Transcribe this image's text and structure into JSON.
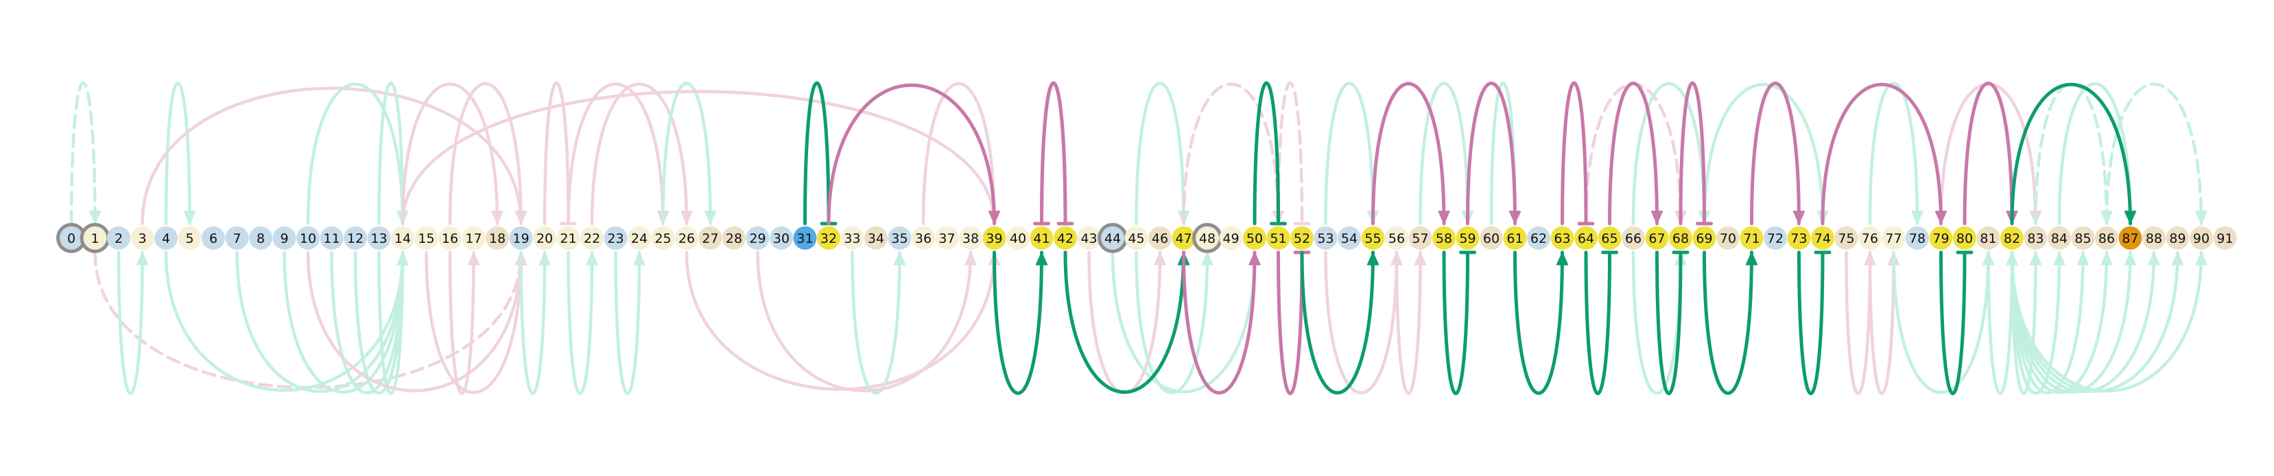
{
  "colors": {
    "node_default": "#f5f0d6",
    "node_blue": "#c7dcea",
    "node_tan": "#ebdfc6",
    "node_yellow": "#efe13a",
    "node_bright_blue": "#52a9e3",
    "node_orange": "#e09410",
    "ring": "#8e8e8e",
    "green_strong": "#0d9c72",
    "green_faint": "#c2f0e0",
    "pink_strong": "#c878a8",
    "pink_faint": "#f0d2e0"
  },
  "nodes": [
    {
      "label": "0",
      "fill": "node_blue",
      "ring": true
    },
    {
      "label": "1",
      "fill": "node_default",
      "ring": true
    },
    {
      "label": "2",
      "fill": "node_blue"
    },
    {
      "label": "3",
      "fill": "node_default"
    },
    {
      "label": "4",
      "fill": "node_blue"
    },
    {
      "label": "5",
      "fill": "node_default"
    },
    {
      "label": "6",
      "fill": "node_blue"
    },
    {
      "label": "7",
      "fill": "node_blue"
    },
    {
      "label": "8",
      "fill": "node_blue"
    },
    {
      "label": "9",
      "fill": "node_blue"
    },
    {
      "label": "10",
      "fill": "node_blue"
    },
    {
      "label": "11",
      "fill": "node_blue"
    },
    {
      "label": "12",
      "fill": "node_blue"
    },
    {
      "label": "13",
      "fill": "node_blue"
    },
    {
      "label": "14",
      "fill": "node_default"
    },
    {
      "label": "15",
      "fill": "node_default"
    },
    {
      "label": "16",
      "fill": "node_default"
    },
    {
      "label": "17",
      "fill": "node_default"
    },
    {
      "label": "18",
      "fill": "node_tan"
    },
    {
      "label": "19",
      "fill": "node_blue"
    },
    {
      "label": "20",
      "fill": "node_default"
    },
    {
      "label": "21",
      "fill": "node_default"
    },
    {
      "label": "22",
      "fill": "node_default"
    },
    {
      "label": "23",
      "fill": "node_blue"
    },
    {
      "label": "24",
      "fill": "node_default"
    },
    {
      "label": "25",
      "fill": "node_default"
    },
    {
      "label": "26",
      "fill": "node_default"
    },
    {
      "label": "27",
      "fill": "node_tan"
    },
    {
      "label": "28",
      "fill": "node_tan"
    },
    {
      "label": "29",
      "fill": "node_blue"
    },
    {
      "label": "30",
      "fill": "node_blue"
    },
    {
      "label": "31",
      "fill": "node_bright_blue"
    },
    {
      "label": "32",
      "fill": "node_yellow"
    },
    {
      "label": "33",
      "fill": "node_default"
    },
    {
      "label": "34",
      "fill": "node_tan"
    },
    {
      "label": "35",
      "fill": "node_blue"
    },
    {
      "label": "36",
      "fill": "node_default"
    },
    {
      "label": "37",
      "fill": "node_default"
    },
    {
      "label": "38",
      "fill": "node_default"
    },
    {
      "label": "39",
      "fill": "node_yellow"
    },
    {
      "label": "40",
      "fill": "node_default"
    },
    {
      "label": "41",
      "fill": "node_yellow"
    },
    {
      "label": "42",
      "fill": "node_yellow"
    },
    {
      "label": "43",
      "fill": "node_default"
    },
    {
      "label": "44",
      "fill": "node_blue",
      "ring": true
    },
    {
      "label": "45",
      "fill": "node_default"
    },
    {
      "label": "46",
      "fill": "node_tan"
    },
    {
      "label": "47",
      "fill": "node_yellow"
    },
    {
      "label": "48",
      "fill": "node_default",
      "ring": true
    },
    {
      "label": "49",
      "fill": "node_default"
    },
    {
      "label": "50",
      "fill": "node_yellow"
    },
    {
      "label": "51",
      "fill": "node_yellow"
    },
    {
      "label": "52",
      "fill": "node_yellow"
    },
    {
      "label": "53",
      "fill": "node_blue"
    },
    {
      "label": "54",
      "fill": "node_blue"
    },
    {
      "label": "55",
      "fill": "node_yellow"
    },
    {
      "label": "56",
      "fill": "node_default"
    },
    {
      "label": "57",
      "fill": "node_tan"
    },
    {
      "label": "58",
      "fill": "node_yellow"
    },
    {
      "label": "59",
      "fill": "node_yellow"
    },
    {
      "label": "60",
      "fill": "node_tan"
    },
    {
      "label": "61",
      "fill": "node_yellow"
    },
    {
      "label": "62",
      "fill": "node_blue"
    },
    {
      "label": "63",
      "fill": "node_yellow"
    },
    {
      "label": "64",
      "fill": "node_yellow"
    },
    {
      "label": "65",
      "fill": "node_yellow"
    },
    {
      "label": "66",
      "fill": "node_tan"
    },
    {
      "label": "67",
      "fill": "node_yellow"
    },
    {
      "label": "68",
      "fill": "node_yellow"
    },
    {
      "label": "69",
      "fill": "node_yellow"
    },
    {
      "label": "70",
      "fill": "node_tan"
    },
    {
      "label": "71",
      "fill": "node_yellow"
    },
    {
      "label": "72",
      "fill": "node_blue"
    },
    {
      "label": "73",
      "fill": "node_yellow"
    },
    {
      "label": "74",
      "fill": "node_yellow"
    },
    {
      "label": "75",
      "fill": "node_tan"
    },
    {
      "label": "76",
      "fill": "node_default"
    },
    {
      "label": "77",
      "fill": "node_default"
    },
    {
      "label": "78",
      "fill": "node_blue"
    },
    {
      "label": "79",
      "fill": "node_yellow"
    },
    {
      "label": "80",
      "fill": "node_yellow"
    },
    {
      "label": "81",
      "fill": "node_tan"
    },
    {
      "label": "82",
      "fill": "node_yellow"
    },
    {
      "label": "83",
      "fill": "node_tan"
    },
    {
      "label": "84",
      "fill": "node_tan"
    },
    {
      "label": "85",
      "fill": "node_tan"
    },
    {
      "label": "86",
      "fill": "node_tan"
    },
    {
      "label": "87",
      "fill": "node_orange"
    },
    {
      "label": "88",
      "fill": "node_tan"
    },
    {
      "label": "89",
      "fill": "node_tan"
    },
    {
      "label": "90",
      "fill": "node_tan"
    },
    {
      "label": "91",
      "fill": "node_tan"
    }
  ],
  "edges": [
    {
      "from": 31,
      "to": 32,
      "side": "above",
      "style": "strong",
      "color": "green",
      "head": "bar"
    },
    {
      "from": 32,
      "to": 39,
      "side": "above",
      "style": "strong",
      "color": "pink",
      "head": "arrow"
    },
    {
      "from": 42,
      "to": 41,
      "side": "above",
      "style": "strong",
      "color": "pink",
      "head": "bar"
    },
    {
      "from": 41,
      "to": 42,
      "side": "above",
      "style": "strong",
      "color": "pink",
      "head": "bar"
    },
    {
      "from": 50,
      "to": 51,
      "side": "above",
      "style": "strong",
      "color": "green",
      "head": "bar"
    },
    {
      "from": 55,
      "to": 58,
      "side": "above",
      "style": "strong",
      "color": "pink",
      "head": "arrow"
    },
    {
      "from": 59,
      "to": 61,
      "side": "above",
      "style": "strong",
      "color": "pink",
      "head": "arrow"
    },
    {
      "from": 63,
      "to": 64,
      "side": "above",
      "style": "strong",
      "color": "pink",
      "head": "bar"
    },
    {
      "from": 65,
      "to": 67,
      "side": "above",
      "style": "strong",
      "color": "pink",
      "head": "arrow"
    },
    {
      "from": 68,
      "to": 69,
      "side": "above",
      "style": "strong",
      "color": "pink",
      "head": "bar"
    },
    {
      "from": 71,
      "to": 73,
      "side": "above",
      "style": "strong",
      "color": "pink",
      "head": "arrow"
    },
    {
      "from": 74,
      "to": 79,
      "side": "above",
      "style": "strong",
      "color": "pink",
      "head": "arrow"
    },
    {
      "from": 80,
      "to": 82,
      "side": "above",
      "style": "strong",
      "color": "pink",
      "head": "arrow"
    },
    {
      "from": 82,
      "to": 87,
      "side": "above",
      "style": "strong",
      "color": "green",
      "head": "arrow"
    },
    {
      "from": 39,
      "to": 41,
      "side": "below",
      "style": "strong",
      "color": "green",
      "head": "arrow"
    },
    {
      "from": 42,
      "to": 47,
      "side": "below",
      "style": "strong",
      "color": "green",
      "head": "arrow"
    },
    {
      "from": 47,
      "to": 50,
      "side": "below",
      "style": "strong",
      "color": "pink",
      "head": "arrow"
    },
    {
      "from": 51,
      "to": 52,
      "side": "below",
      "style": "strong",
      "color": "pink",
      "head": "bar"
    },
    {
      "from": 52,
      "to": 55,
      "side": "below",
      "style": "strong",
      "color": "green",
      "head": "arrow"
    },
    {
      "from": 58,
      "to": 59,
      "side": "below",
      "style": "strong",
      "color": "green",
      "head": "bar"
    },
    {
      "from": 61,
      "to": 63,
      "side": "below",
      "style": "strong",
      "color": "green",
      "head": "arrow"
    },
    {
      "from": 64,
      "to": 65,
      "side": "below",
      "style": "strong",
      "color": "green",
      "head": "bar"
    },
    {
      "from": 67,
      "to": 68,
      "side": "below",
      "style": "strong",
      "color": "green",
      "head": "bar"
    },
    {
      "from": 69,
      "to": 71,
      "side": "below",
      "style": "strong",
      "color": "green",
      "head": "arrow"
    },
    {
      "from": 73,
      "to": 74,
      "side": "below",
      "style": "strong",
      "color": "green",
      "head": "bar"
    },
    {
      "from": 79,
      "to": 80,
      "side": "below",
      "style": "strong",
      "color": "green",
      "head": "bar"
    },
    {
      "from": 0,
      "to": 1,
      "side": "above",
      "style": "faint",
      "color": "green",
      "head": "arrow",
      "dashed": true
    },
    {
      "from": 4,
      "to": 5,
      "side": "above",
      "style": "faint",
      "color": "green",
      "head": "arrow"
    },
    {
      "from": 3,
      "to": 19,
      "side": "above",
      "style": "faint",
      "color": "pink",
      "head": "arrow"
    },
    {
      "from": 10,
      "to": 14,
      "side": "above",
      "style": "faint",
      "color": "green",
      "head": "arrow"
    },
    {
      "from": 13,
      "to": 14,
      "side": "above",
      "style": "faint",
      "color": "green",
      "head": "arrow"
    },
    {
      "from": 16,
      "to": 19,
      "side": "above",
      "style": "faint",
      "color": "pink",
      "head": "arrow"
    },
    {
      "from": 14,
      "to": 18,
      "side": "above",
      "style": "faint",
      "color": "pink",
      "head": "arrow"
    },
    {
      "from": 20,
      "to": 21,
      "side": "above",
      "style": "faint",
      "color": "pink",
      "head": "bar"
    },
    {
      "from": 21,
      "to": 25,
      "side": "above",
      "style": "faint",
      "color": "pink",
      "head": "arrow"
    },
    {
      "from": 22,
      "to": 26,
      "side": "above",
      "style": "faint",
      "color": "pink",
      "head": "arrow"
    },
    {
      "from": 25,
      "to": 27,
      "side": "above",
      "style": "faint",
      "color": "green",
      "head": "arrow"
    },
    {
      "from": 14,
      "to": 39,
      "side": "above",
      "style": "faint",
      "color": "pink",
      "head": "arrow"
    },
    {
      "from": 36,
      "to": 39,
      "side": "above",
      "style": "faint",
      "color": "pink",
      "head": "arrow"
    },
    {
      "from": 45,
      "to": 47,
      "side": "above",
      "style": "faint",
      "color": "green",
      "head": "arrow"
    },
    {
      "from": 47,
      "to": 51,
      "side": "above",
      "style": "faint",
      "color": "pink",
      "head": "arrow",
      "dashed": true
    },
    {
      "from": 51,
      "to": 52,
      "side": "above",
      "style": "faint",
      "color": "pink",
      "head": "bar",
      "dashed": true
    },
    {
      "from": 53,
      "to": 55,
      "side": "above",
      "style": "faint",
      "color": "green",
      "head": "arrow"
    },
    {
      "from": 57,
      "to": 59,
      "side": "above",
      "style": "faint",
      "color": "green",
      "head": "arrow"
    },
    {
      "from": 60,
      "to": 61,
      "side": "above",
      "style": "faint",
      "color": "green",
      "head": "arrow"
    },
    {
      "from": 64,
      "to": 68,
      "side": "above",
      "style": "faint",
      "color": "pink",
      "head": "arrow",
      "dashed": true
    },
    {
      "from": 66,
      "to": 69,
      "side": "above",
      "style": "faint",
      "color": "green",
      "head": "arrow"
    },
    {
      "from": 69,
      "to": 74,
      "side": "above",
      "style": "faint",
      "color": "green",
      "head": "arrow"
    },
    {
      "from": 76,
      "to": 78,
      "side": "above",
      "style": "faint",
      "color": "green",
      "head": "arrow"
    },
    {
      "from": 79,
      "to": 83,
      "side": "above",
      "style": "faint",
      "color": "pink",
      "head": "arrow"
    },
    {
      "from": 83,
      "to": 86,
      "side": "above",
      "style": "faint",
      "color": "green",
      "head": "arrow",
      "dashed": true
    },
    {
      "from": 86,
      "to": 90,
      "side": "above",
      "style": "faint",
      "color": "green",
      "head": "arrow",
      "dashed": true
    },
    {
      "from": 84,
      "to": 87,
      "side": "above",
      "style": "faint",
      "color": "green",
      "head": "arrow"
    },
    {
      "from": 1,
      "to": 19,
      "side": "below",
      "style": "faint",
      "color": "pink",
      "head": "arrow",
      "dashed": true
    },
    {
      "from": 2,
      "to": 3,
      "side": "below",
      "style": "faint",
      "color": "green",
      "head": "arrow"
    },
    {
      "from": 4,
      "to": 14,
      "side": "below",
      "style": "faint",
      "color": "green",
      "head": "arrow"
    },
    {
      "from": 7,
      "to": 14,
      "side": "below",
      "style": "faint",
      "color": "green",
      "head": "arrow"
    },
    {
      "from": 9,
      "to": 14,
      "side": "below",
      "style": "faint",
      "color": "green",
      "head": "arrow"
    },
    {
      "from": 11,
      "to": 14,
      "side": "below",
      "style": "faint",
      "color": "green",
      "head": "arrow"
    },
    {
      "from": 12,
      "to": 14,
      "side": "below",
      "style": "faint",
      "color": "green",
      "head": "arrow"
    },
    {
      "from": 13,
      "to": 14,
      "side": "below",
      "style": "faint",
      "color": "green",
      "head": "arrow"
    },
    {
      "from": 10,
      "to": 19,
      "side": "below",
      "style": "faint",
      "color": "pink",
      "head": "arrow"
    },
    {
      "from": 15,
      "to": 19,
      "side": "below",
      "style": "faint",
      "color": "pink",
      "head": "arrow"
    },
    {
      "from": 16,
      "to": 17,
      "side": "below",
      "style": "faint",
      "color": "pink",
      "head": "arrow"
    },
    {
      "from": 19,
      "to": 20,
      "side": "below",
      "style": "faint",
      "color": "green",
      "head": "arrow"
    },
    {
      "from": 21,
      "to": 22,
      "side": "below",
      "style": "faint",
      "color": "green",
      "head": "arrow"
    },
    {
      "from": 23,
      "to": 24,
      "side": "below",
      "style": "faint",
      "color": "green",
      "head": "arrow"
    },
    {
      "from": 26,
      "to": 39,
      "side": "below",
      "style": "faint",
      "color": "pink",
      "head": "arrow"
    },
    {
      "from": 33,
      "to": 35,
      "side": "below",
      "style": "faint",
      "color": "green",
      "head": "arrow"
    },
    {
      "from": 29,
      "to": 38,
      "side": "below",
      "style": "faint",
      "color": "pink",
      "head": "arrow"
    },
    {
      "from": 43,
      "to": 46,
      "side": "below",
      "style": "faint",
      "color": "pink",
      "head": "arrow"
    },
    {
      "from": 44,
      "to": 50,
      "side": "below",
      "style": "faint",
      "color": "green",
      "head": "arrow"
    },
    {
      "from": 45,
      "to": 48,
      "side": "below",
      "style": "faint",
      "color": "green",
      "head": "arrow"
    },
    {
      "from": 53,
      "to": 56,
      "side": "below",
      "style": "faint",
      "color": "pink",
      "head": "arrow"
    },
    {
      "from": 56,
      "to": 57,
      "side": "below",
      "style": "faint",
      "color": "pink",
      "head": "arrow"
    },
    {
      "from": 66,
      "to": 68,
      "side": "below",
      "style": "faint",
      "color": "green",
      "head": "arrow"
    },
    {
      "from": 75,
      "to": 76,
      "side": "below",
      "style": "faint",
      "color": "pink",
      "head": "arrow"
    },
    {
      "from": 76,
      "to": 77,
      "side": "below",
      "style": "faint",
      "color": "pink",
      "head": "arrow"
    },
    {
      "from": 77,
      "to": 81,
      "side": "below",
      "style": "faint",
      "color": "green",
      "head": "arrow"
    },
    {
      "from": 81,
      "to": 82,
      "side": "below",
      "style": "faint",
      "color": "green",
      "head": "arrow"
    },
    {
      "from": 82,
      "to": 84,
      "side": "below",
      "style": "faint",
      "color": "green",
      "head": "arrow"
    },
    {
      "from": 82,
      "to": 85,
      "side": "below",
      "style": "faint",
      "color": "green",
      "head": "arrow"
    },
    {
      "from": 82,
      "to": 86,
      "side": "below",
      "style": "faint",
      "color": "green",
      "head": "arrow"
    },
    {
      "from": 82,
      "to": 87,
      "side": "below",
      "style": "faint",
      "color": "green",
      "head": "arrow"
    },
    {
      "from": 82,
      "to": 88,
      "side": "below",
      "style": "faint",
      "color": "green",
      "head": "arrow"
    },
    {
      "from": 82,
      "to": 89,
      "side": "below",
      "style": "faint",
      "color": "green",
      "head": "arrow"
    },
    {
      "from": 82,
      "to": 90,
      "side": "below",
      "style": "faint",
      "color": "green",
      "head": "arrow"
    },
    {
      "from": 82,
      "to": 83,
      "side": "below",
      "style": "faint",
      "color": "green",
      "head": "arrow"
    }
  ]
}
